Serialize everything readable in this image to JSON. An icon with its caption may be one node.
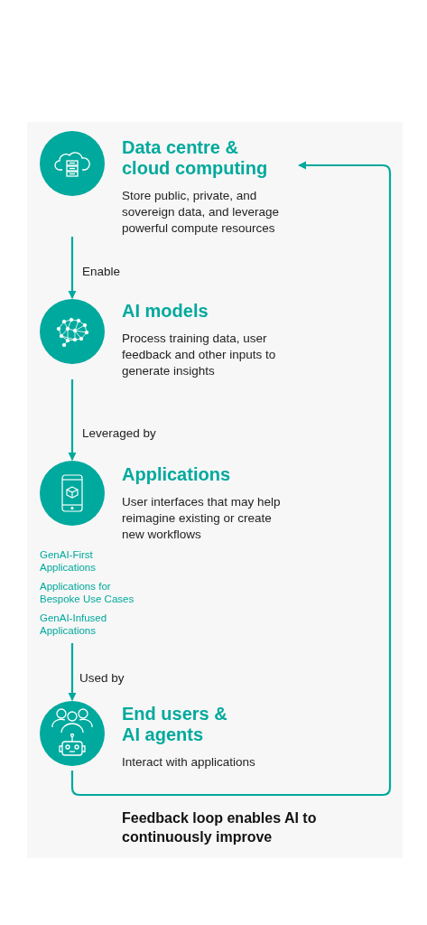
{
  "diagram": {
    "nodes": [
      {
        "text": [],
        "shape": "circle",
        "beside": [
          "Data centre & cloud computing",
          "Store public, private, and sovereign data, and leverage powerful compute resources"
        ]
      },
      {
        "text": [],
        "shape": "circle",
        "beside": [
          "AI models",
          "Process training data, user feedback and other inputs to generate insights"
        ]
      },
      {
        "text": [],
        "shape": "circle",
        "beside": [
          "Applications",
          "User interfaces that may help reimagine existing or create new workflows",
          "GenAI-First Applications",
          "Applications for Bespoke Use Cases",
          "GenAI-Infused Applications"
        ]
      },
      {
        "text": [],
        "shape": "circle",
        "beside": [
          "End users & AI agents",
          "Interact with applications"
        ]
      }
    ],
    "edges": [
      {
        "from": 0,
        "to": 1,
        "arrow": "to",
        "label": "Enable"
      },
      {
        "from": 1,
        "to": 2,
        "arrow": "to",
        "label": "Leveraged by"
      },
      {
        "from": 2,
        "to": 3,
        "arrow": "to",
        "label": "Used by"
      },
      {
        "from": 3,
        "to": 0,
        "arrow": "to",
        "label": "Feedback loop enables AI to continuously improve"
      }
    ]
  }
}
